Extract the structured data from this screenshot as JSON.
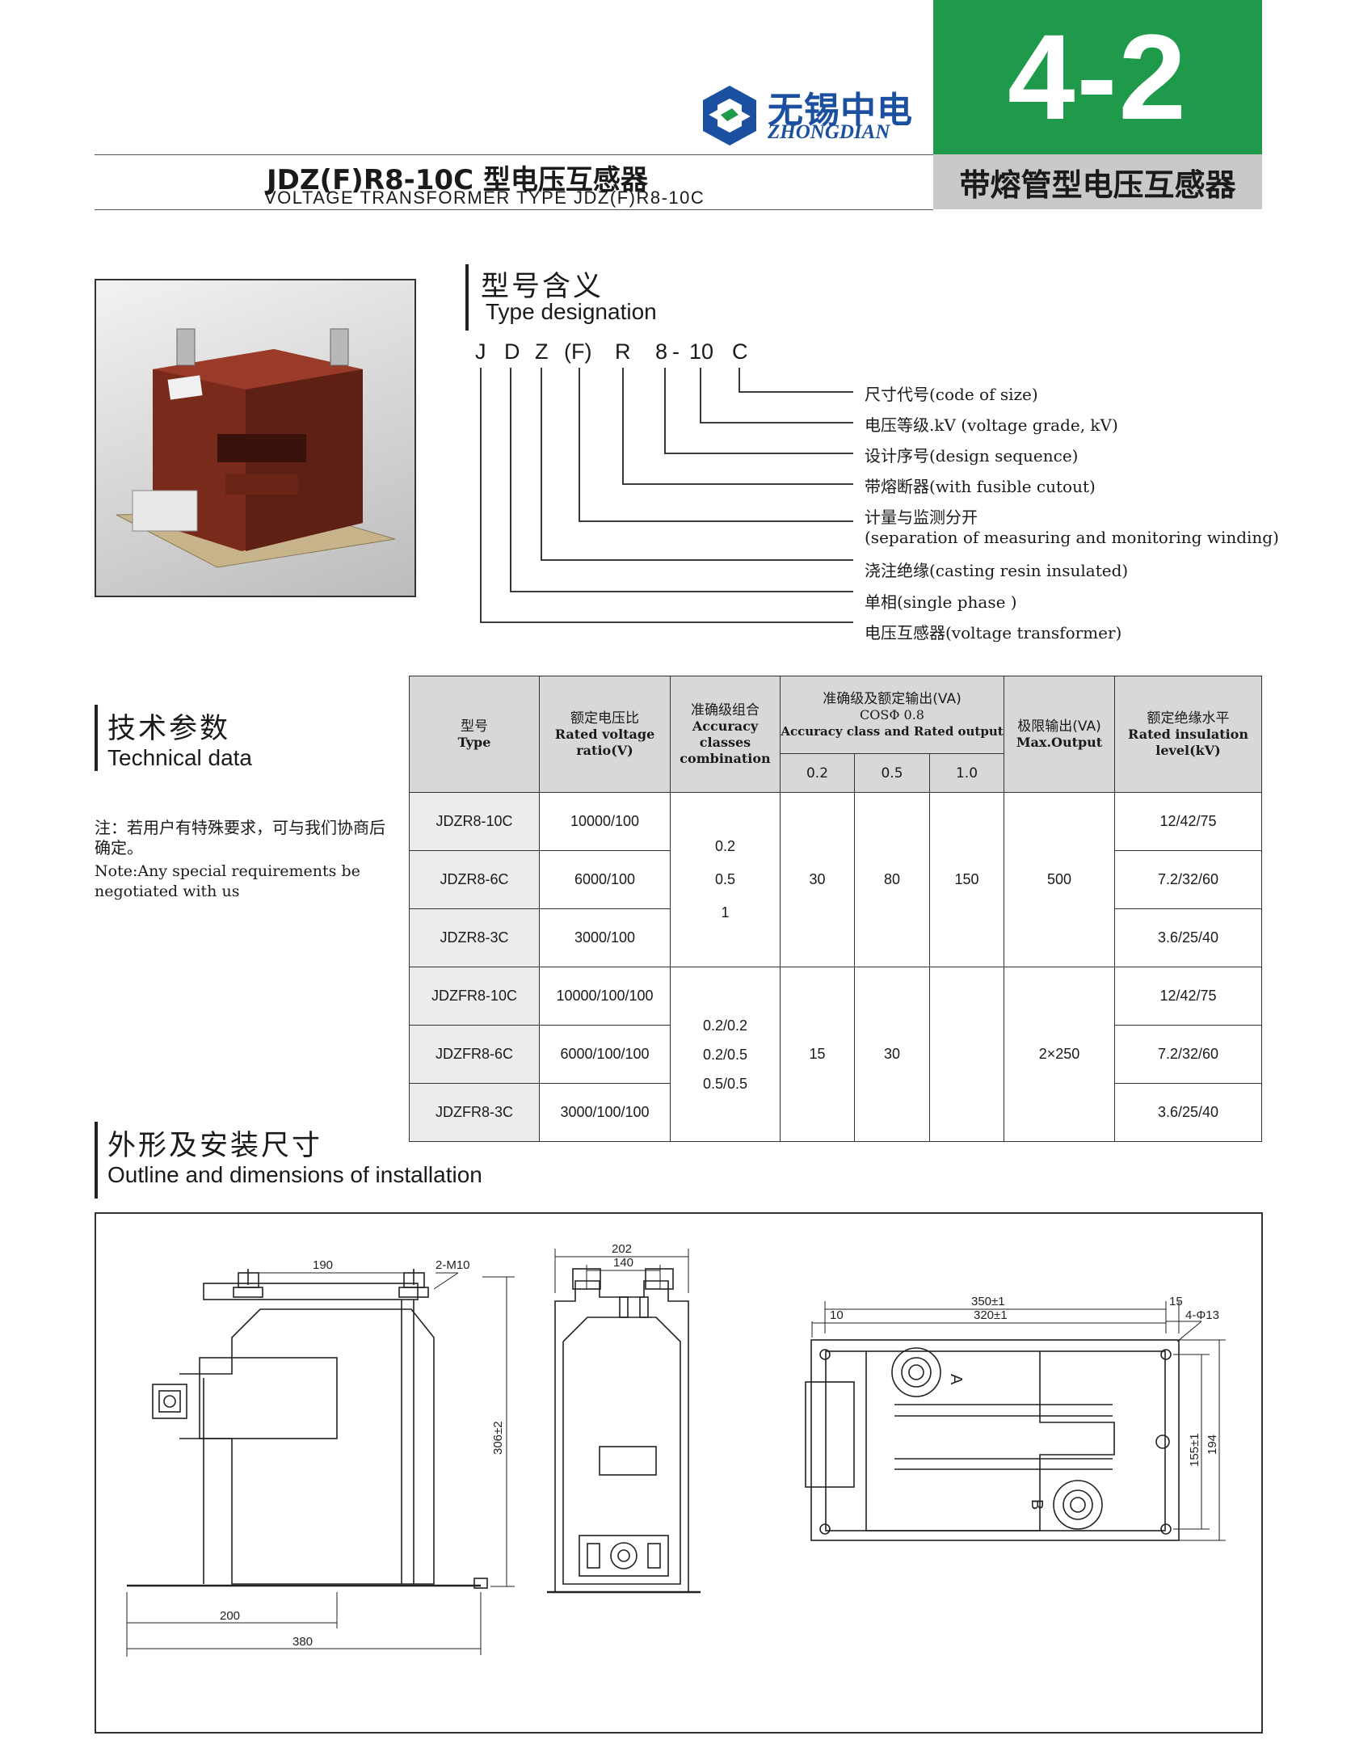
{
  "header": {
    "section_number": "4-2",
    "section_name": "带熔管型电压互感器",
    "brand_cn": "无锡中电",
    "brand_en": "ZHONGDIAN",
    "title_cn": "JDZ(F)R8-10C 型电压互感器",
    "title_en": "VOLTAGE TRANSFORMER TYPE JDZ(F)R8-10C",
    "accent_color": "#1f9a4a",
    "brand_color": "#1b4fa0"
  },
  "designation": {
    "heading_cn": "型号含义",
    "heading_en": "Type designation",
    "letters": [
      "J",
      "D",
      "Z",
      "(F)",
      "R",
      "8",
      "-",
      "10",
      "C"
    ],
    "explanations": [
      {
        "cn": "尺寸代号",
        "en": "(code of size)"
      },
      {
        "cn": "电压等级.kV",
        "en": " (voltage grade, kV)"
      },
      {
        "cn": "设计序号",
        "en": "(design sequence)"
      },
      {
        "cn": "带熔断器",
        "en": "(with fusible cutout)"
      },
      {
        "cn": "计量与监测分开",
        "en": "(separation of measuring and monitoring winding)"
      },
      {
        "cn": "浇注绝缘",
        "en": "(casting resin insulated)"
      },
      {
        "cn": "单相",
        "en": "(single phase )"
      },
      {
        "cn": "电压互感器",
        "en": "(voltage transformer)"
      }
    ]
  },
  "technical": {
    "heading_cn": "技术参数",
    "heading_en": "Technical data",
    "note_cn": "注：若用户有特殊要求，可与我们协商后确定。",
    "note_en": "Note:Any special requirements be negotiated with us"
  },
  "table": {
    "headers": {
      "type_cn": "型号",
      "type_en": "Type",
      "ratio_cn": "额定电压比",
      "ratio_en": "Rated voltage ratio(V)",
      "acc_cn": "准确级组合",
      "acc_en": "Accuracy classes combination",
      "output_cn": "准确级及额定输出(VA)",
      "output_cos": "COSΦ 0.8",
      "output_en": "Accuracy class and Rated output",
      "sub": [
        "0.2",
        "0.5",
        "1.0"
      ],
      "max_cn": "极限输出(VA)",
      "max_en": "Max.Output",
      "ins_cn": "额定绝缘水平",
      "ins_en": "Rated insulation level(kV)"
    },
    "group1": {
      "rows": [
        {
          "type": "JDZR8-10C",
          "ratio": "10000/100",
          "insulation": "12/42/75"
        },
        {
          "type": "JDZR8-6C",
          "ratio": "6000/100",
          "insulation": "7.2/32/60"
        },
        {
          "type": "JDZR8-3C",
          "ratio": "3000/100",
          "insulation": "3.6/25/40"
        }
      ],
      "accuracy": [
        "0.2",
        "0.5",
        "1"
      ],
      "out_02": "30",
      "out_05": "80",
      "out_10": "150",
      "max_output": "500"
    },
    "group2": {
      "rows": [
        {
          "type": "JDZFR8-10C",
          "ratio": "10000/100/100",
          "insulation": "12/42/75"
        },
        {
          "type": "JDZFR8-6C",
          "ratio": "6000/100/100",
          "insulation": "7.2/32/60"
        },
        {
          "type": "JDZFR8-3C",
          "ratio": "3000/100/100",
          "insulation": "3.6/25/40"
        }
      ],
      "accuracy": [
        "0.2/0.2",
        "0.2/0.5",
        "0.5/0.5"
      ],
      "out_02": "15",
      "out_05": "30",
      "out_10": "",
      "max_output": "2×250"
    }
  },
  "outline": {
    "heading_cn": "外形及安装尺寸",
    "heading_en": "Outline and dimensions of installation",
    "front": {
      "d190": "190",
      "thread": "2-M10",
      "d306": "306±2",
      "d200": "200",
      "d380": "380"
    },
    "side": {
      "d202": "202",
      "d140": "140"
    },
    "top": {
      "d350": "350±1",
      "d15": "15",
      "d10": "10",
      "d320": "320±1",
      "holes": "4-Φ13",
      "d155": "155±1",
      "d194": "194",
      "term_a": "A",
      "term_b": "B"
    }
  }
}
